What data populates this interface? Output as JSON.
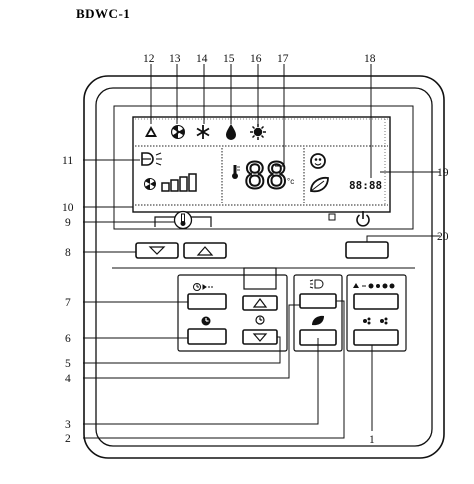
{
  "model": "BDWC-1",
  "callouts": {
    "c1": "1",
    "c2": "2",
    "c3": "3",
    "c4": "4",
    "c5": "5",
    "c6": "6",
    "c7": "7",
    "c8": "8",
    "c9": "9",
    "c10": "10",
    "c11": "11",
    "c12": "12",
    "c13": "13",
    "c14": "14",
    "c15": "15",
    "c16": "16",
    "c17": "17",
    "c18": "18",
    "c19": "19",
    "c20": "20"
  },
  "display": {
    "temp_digits": "88",
    "temp_unit": "°c",
    "timer_digits": "88:88"
  },
  "icons": {
    "icon12": "recycle-icon",
    "icon13": "fan-icon",
    "icon14": "snowflake-icon",
    "icon15": "water-drop-icon",
    "icon16": "sun-icon",
    "icon17": "thermometer-icon",
    "icon11": "louver-swing-icon",
    "icon19": "leaf-icon",
    "power": "power-icon"
  }
}
